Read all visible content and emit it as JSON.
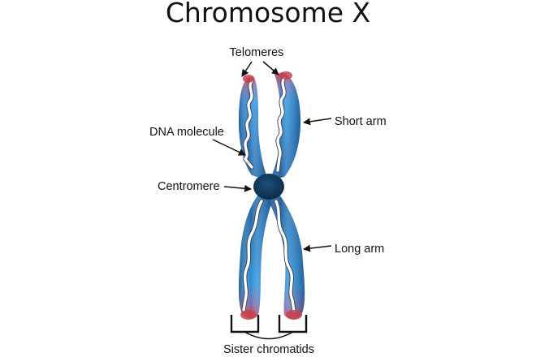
{
  "title": "Chromosome X",
  "labels": {
    "telomeres": "Telomeres",
    "short_arm": "Short arm",
    "dna_molecule": "DNA molecule",
    "centromere": "Centromere",
    "long_arm": "Long arm",
    "sister_chromatids": "Sister chromatids"
  },
  "colors": {
    "chromatid_blue": "#2f8fd8",
    "chromatid_dark": "#1f5f9e",
    "telomere_red": "#c8414a",
    "centromere_navy": "#0f3556",
    "dna_strand": "#ffffff"
  }
}
